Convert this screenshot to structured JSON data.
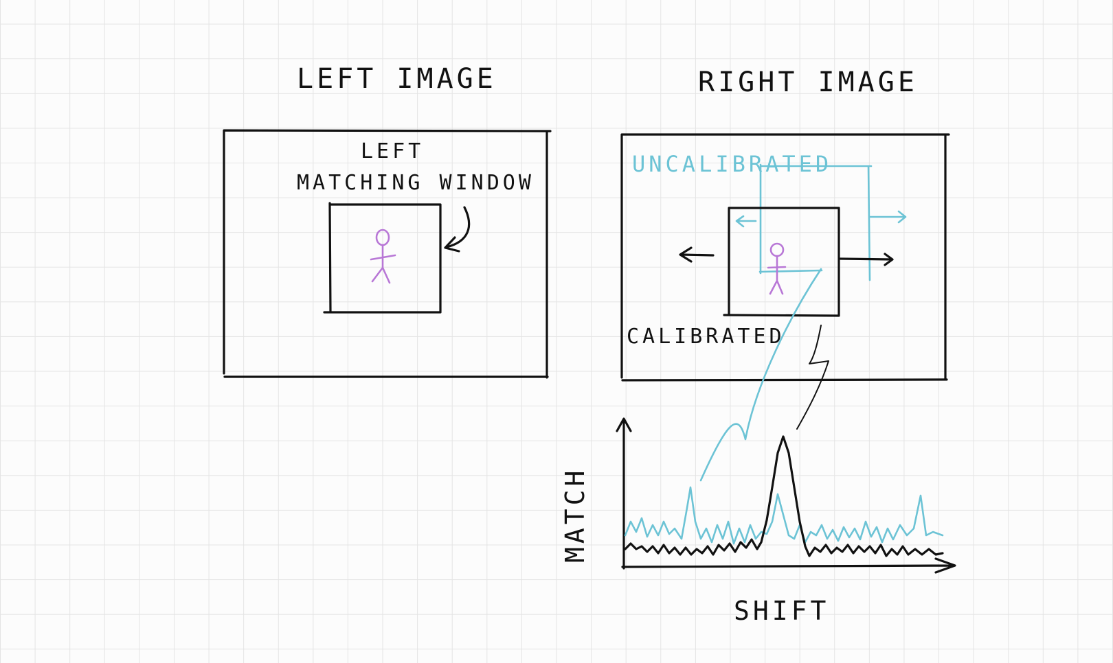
{
  "labels": {
    "left_image": "LEFT IMAGE",
    "right_image": "RIGHT IMAGE",
    "left_window_line1": "LEFT",
    "left_window_line2": "MATCHING WINDOW",
    "uncalibrated": "UNCALIBRATED",
    "calibrated": "CALIBRATED",
    "y_axis": "MATCH",
    "x_axis": "SHIFT"
  },
  "colors": {
    "ink": "#111111",
    "uncalibrated": "#6cc3d5",
    "figure": "#b877d6",
    "grid": "#e4e4e4"
  }
}
